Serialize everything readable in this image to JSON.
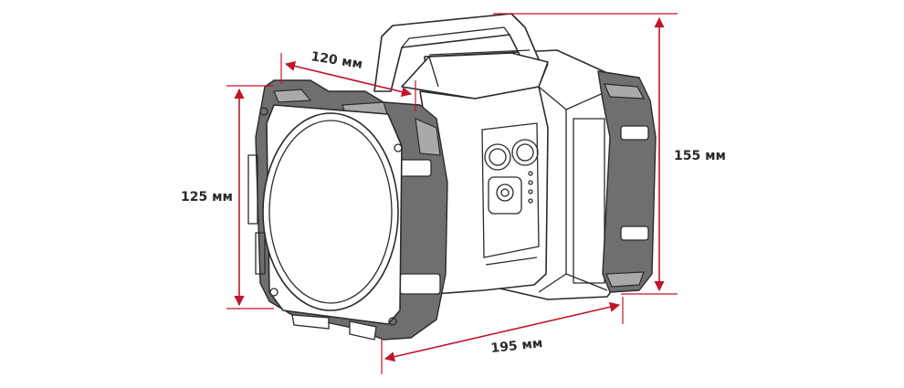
{
  "colors": {
    "dimension": "#c0152b",
    "outline": "#2b2b2b",
    "bumper": "#6f6f6f",
    "background": "#ffffff"
  },
  "dimensions": {
    "depth": {
      "label": "120 мм",
      "value": 120,
      "unit": "мм"
    },
    "body_height": {
      "label": "125 мм",
      "value": 125,
      "unit": "мм"
    },
    "total_height": {
      "label": "155 мм",
      "value": 155,
      "unit": "мм"
    },
    "length": {
      "label": "195 мм",
      "value": 195,
      "unit": "мм"
    }
  }
}
